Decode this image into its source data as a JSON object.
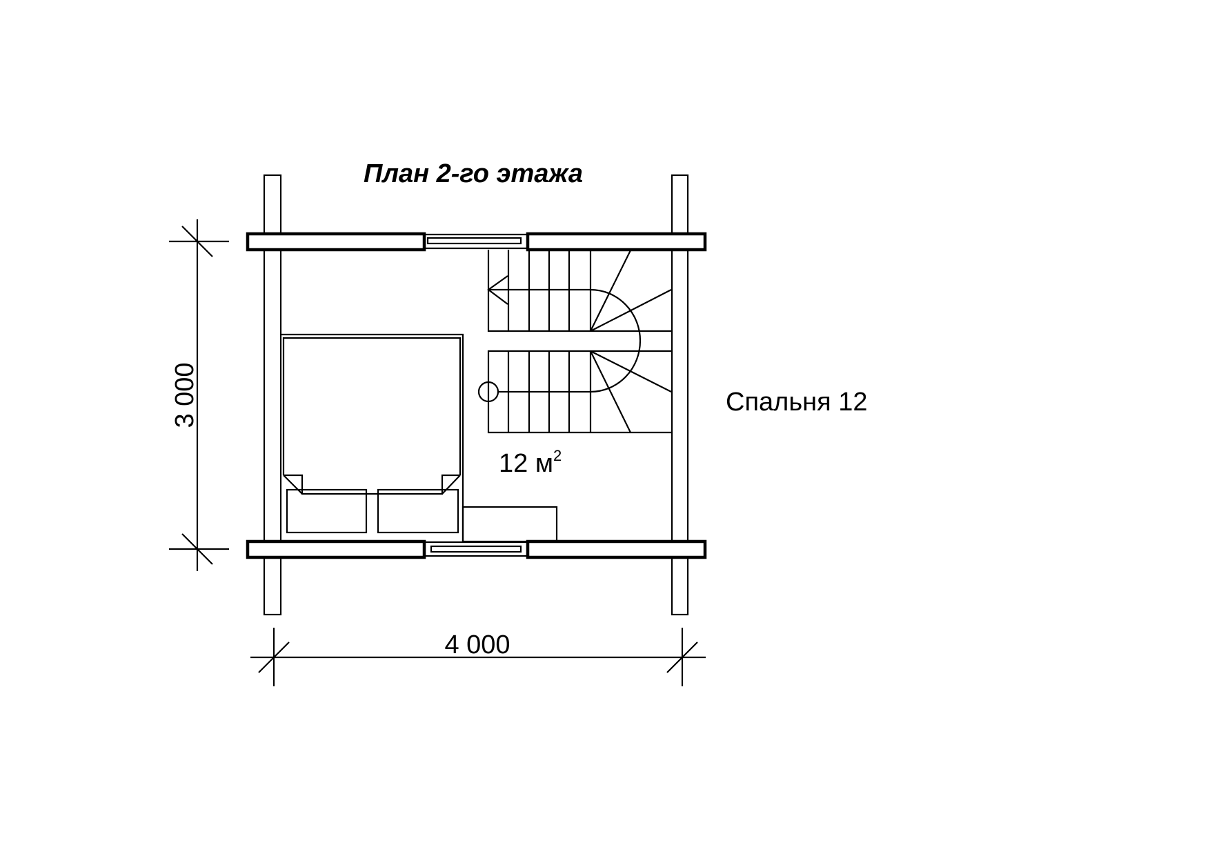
{
  "title": "План 2-го этажа",
  "room": {
    "name": "Спальня 12",
    "area_value": "12 м",
    "area_sup": "2"
  },
  "dimensions": {
    "width": "4 000",
    "height": "3 000"
  },
  "colors": {
    "line": "#000000",
    "background": "#ffffff"
  }
}
